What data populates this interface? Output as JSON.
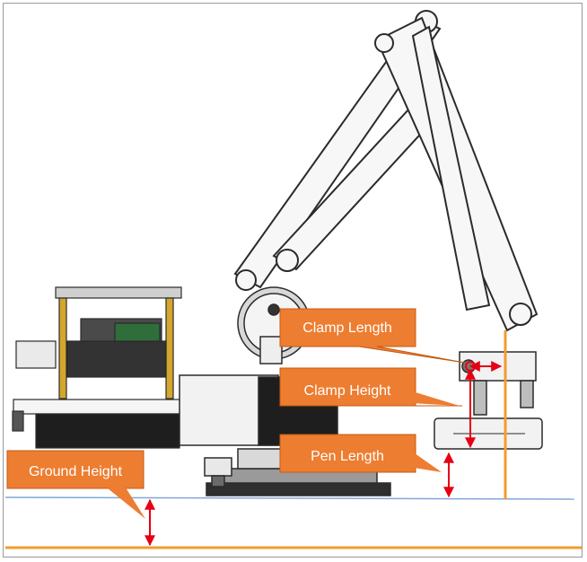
{
  "diagram": {
    "labels": {
      "clamp_length": "Clamp Length",
      "clamp_height": "Clamp Height",
      "pen_length": "Pen Length",
      "ground_height": "Ground Height"
    },
    "colors": {
      "callout_fill": "#ED7D31",
      "callout_stroke": "#C55A11",
      "arrow": "#E60012",
      "ground_line": "#F39C32",
      "surface_line": "#7FA8D8",
      "metal": "#F2F2F2",
      "outline": "#2B2B2B",
      "dark_part": "#1E1E1E",
      "gold": "#D4A72C"
    }
  }
}
